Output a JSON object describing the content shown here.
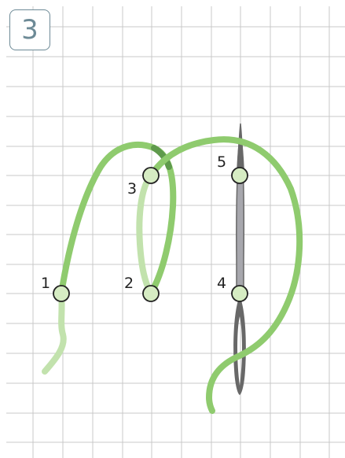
{
  "step": {
    "number": "3"
  },
  "points": [
    {
      "id": "p1",
      "label": "1"
    },
    {
      "id": "p2",
      "label": "2"
    },
    {
      "id": "p3",
      "label": "3"
    },
    {
      "id": "p4",
      "label": "4"
    },
    {
      "id": "p5",
      "label": "5"
    }
  ],
  "colors": {
    "grid": "#c8c8c8",
    "thread_front": "#8fcb6e",
    "thread_back": "#c2e2ad",
    "thread_dark": "#5f9a4c",
    "needle_shaft": "#a7a7ad",
    "needle_dark": "#686868",
    "point_fill": "#d6ecc3",
    "point_stroke": "#222222",
    "badge": "#6d8a96"
  },
  "icons": {
    "needle": "needle-icon",
    "thread": "thread-icon"
  }
}
